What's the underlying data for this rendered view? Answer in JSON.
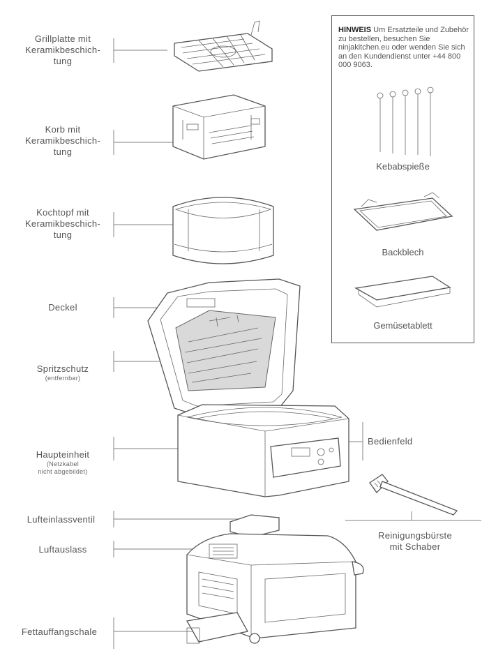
{
  "parts": [
    {
      "id": "grillplatte",
      "label": "Grillplatte mit\nKeramikbeschich-\ntung"
    },
    {
      "id": "korb",
      "label": "Korb mit\nKeramikbeschich-\ntung"
    },
    {
      "id": "kochtopf",
      "label": "Kochtopf mit\nKeramikbeschich-\ntung"
    },
    {
      "id": "deckel",
      "label": "Deckel"
    },
    {
      "id": "spritzschutz",
      "label": "Spritzschutz",
      "sub": "(entfernbar)"
    },
    {
      "id": "haupteinheit",
      "label": "Haupteinheit",
      "sub": "(Netzkabel\nnicht abgebildet)"
    },
    {
      "id": "bedienfeld",
      "label": "Bedienfeld"
    },
    {
      "id": "lufteinlassventil",
      "label": "Lufteinlassventil"
    },
    {
      "id": "luftauslass",
      "label": "Luftauslass"
    },
    {
      "id": "fettauffangschale",
      "label": "Fettauffangschale"
    },
    {
      "id": "reinigungsbuerste",
      "label": "Reinigungsbürste\nmit Schaber"
    }
  ],
  "note": {
    "heading": "HINWEIS",
    "text": " Um Ersatzteile und Zubehör zu bestellen, besuchen Sie ninjakitchen.eu oder wenden Sie sich an den Kundendienst unter +44 800 000 9063."
  },
  "accessories": [
    {
      "id": "kebab",
      "label": "Kebabspieße"
    },
    {
      "id": "backblech",
      "label": "Backblech"
    },
    {
      "id": "gemuese",
      "label": "Gemüsetablett"
    }
  ]
}
